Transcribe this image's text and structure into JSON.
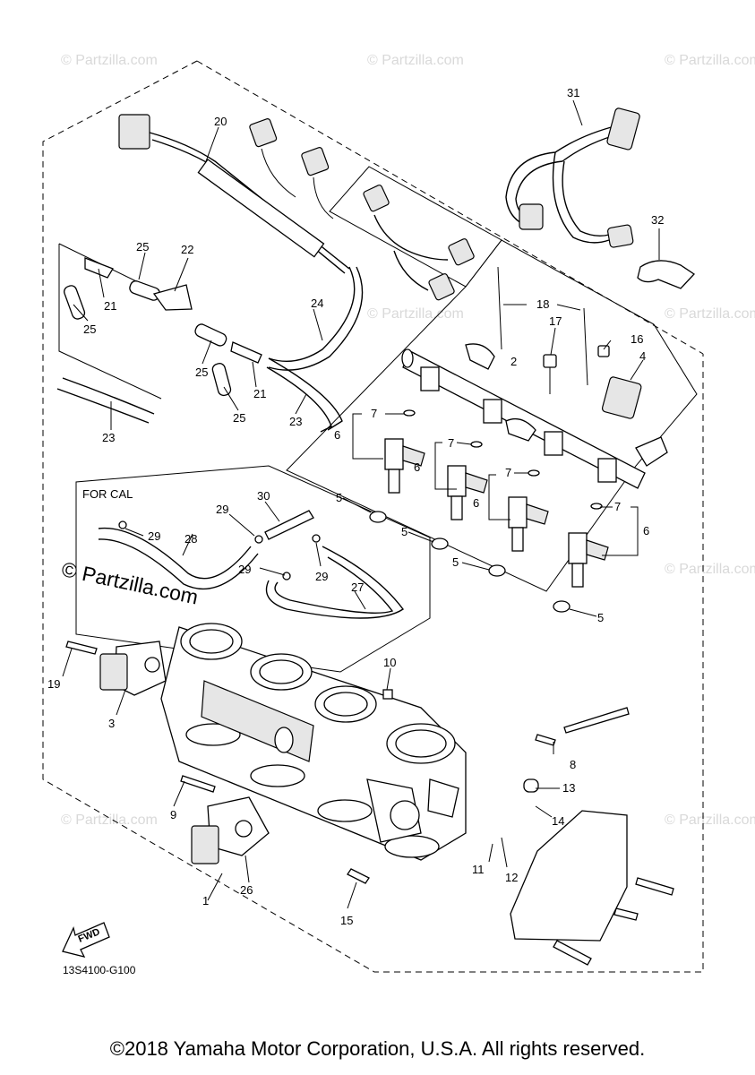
{
  "diagram": {
    "watermark": "© Partzilla.com",
    "for_cal_label": "FOR CAL",
    "fwd_label": "FWD",
    "diagram_code": "13S4100-G100",
    "copyright": "©2018 Yamaha Motor Corporation, U.S.A. All rights reserved.",
    "callouts": [
      "1",
      "2",
      "3",
      "4",
      "5",
      "5",
      "5",
      "5",
      "6",
      "6",
      "6",
      "6",
      "7",
      "7",
      "7",
      "7",
      "8",
      "9",
      "10",
      "11",
      "12",
      "13",
      "14",
      "15",
      "16",
      "17",
      "18",
      "19",
      "20",
      "21",
      "21",
      "22",
      "23",
      "23",
      "24",
      "25",
      "25",
      "25",
      "25",
      "26",
      "27",
      "28",
      "29",
      "29",
      "29",
      "29",
      "30",
      "31",
      "32"
    ]
  }
}
